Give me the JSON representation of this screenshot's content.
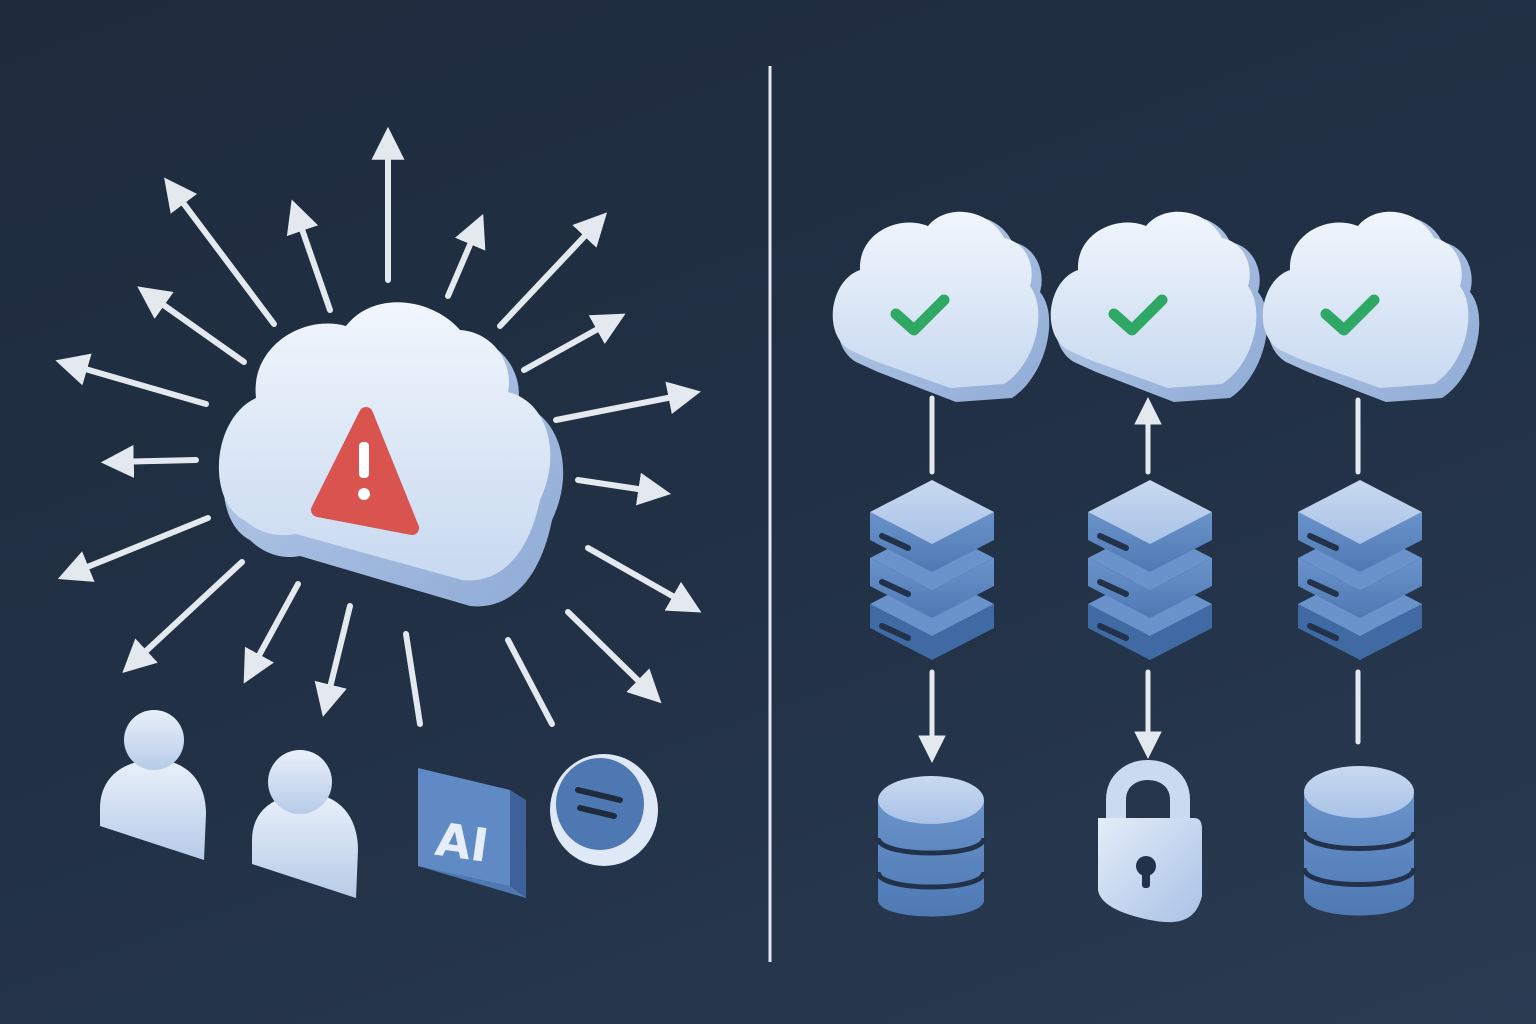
{
  "badges": {
    "ai_label": "AI"
  },
  "colors": {
    "background": "#223146",
    "cloud_light": "#e8f0fb",
    "cloud_shade": "#a8c0e2",
    "arrow": "#e4e9f0",
    "warning": "#d9534f",
    "check": "#2ea864",
    "server_blue": "#5b86c0",
    "server_dark": "#3f6aa3",
    "divider": "#e4e9f0"
  },
  "icons": {
    "left": [
      "cloud-warning-icon",
      "user-icon",
      "user-icon",
      "ai-chip-icon",
      "chat-bubble-icon"
    ],
    "right": [
      "cloud-check-icon",
      "server-stack-icon",
      "database-icon",
      "padlock-icon"
    ]
  },
  "columns": [
    {
      "cloud_status": "ok",
      "top_link": "line",
      "bottom_target": "database",
      "bottom_link": "arrow-down"
    },
    {
      "cloud_status": "ok",
      "top_link": "arrow-up",
      "bottom_target": "padlock",
      "bottom_link": "arrow-down"
    },
    {
      "cloud_status": "ok",
      "top_link": "line",
      "bottom_target": "database",
      "bottom_link": "line"
    }
  ]
}
